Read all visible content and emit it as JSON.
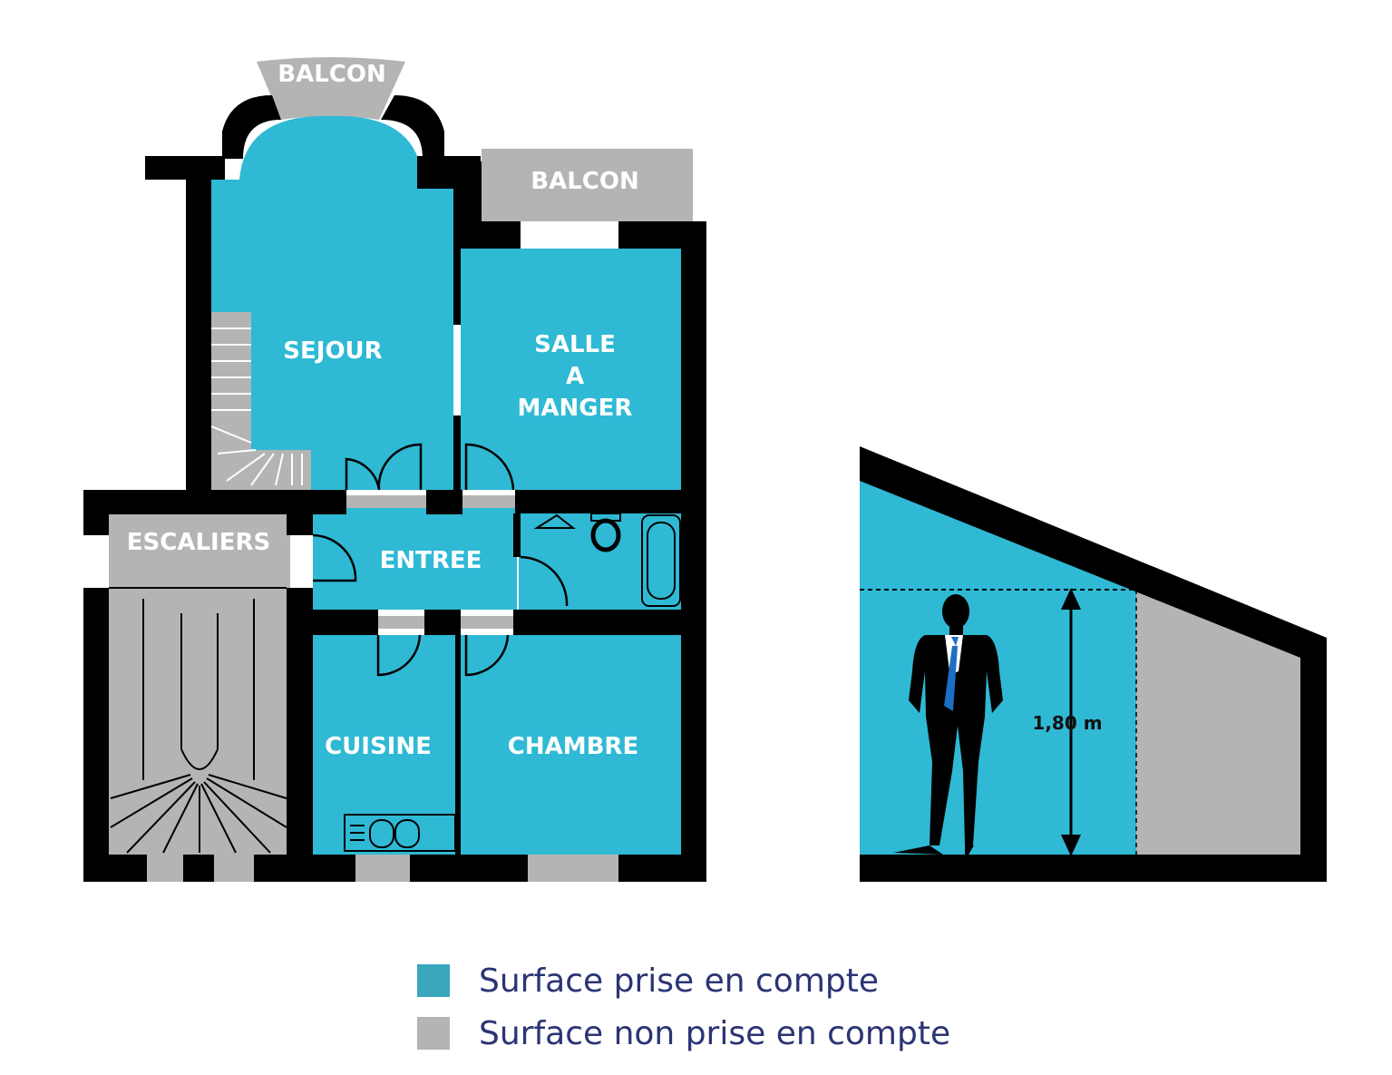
{
  "colors": {
    "counted": "#2fb9d4",
    "not_counted": "#b4b4b4",
    "wall": "#000000",
    "legend_text": "#2b3474",
    "legend_counted_swatch": "#3aa6be",
    "legend_not_counted_swatch": "#b4b4b4"
  },
  "floor_plan": {
    "balcon_top": "BALCON",
    "balcon_right": "BALCON",
    "sejour": "SEJOUR",
    "salle_line1": "SALLE",
    "salle_line2": "A",
    "salle_line3": "MANGER",
    "escaliers": "ESCALIERS",
    "entree": "ENTREE",
    "cuisine": "CUISINE",
    "chambre": "CHAMBRE"
  },
  "section": {
    "height_label": "1,80 m",
    "figure_icon": "standing-man-silhouette-icon"
  },
  "legend": {
    "counted": "Surface prise en compte",
    "not_counted": "Surface non prise en compte"
  }
}
